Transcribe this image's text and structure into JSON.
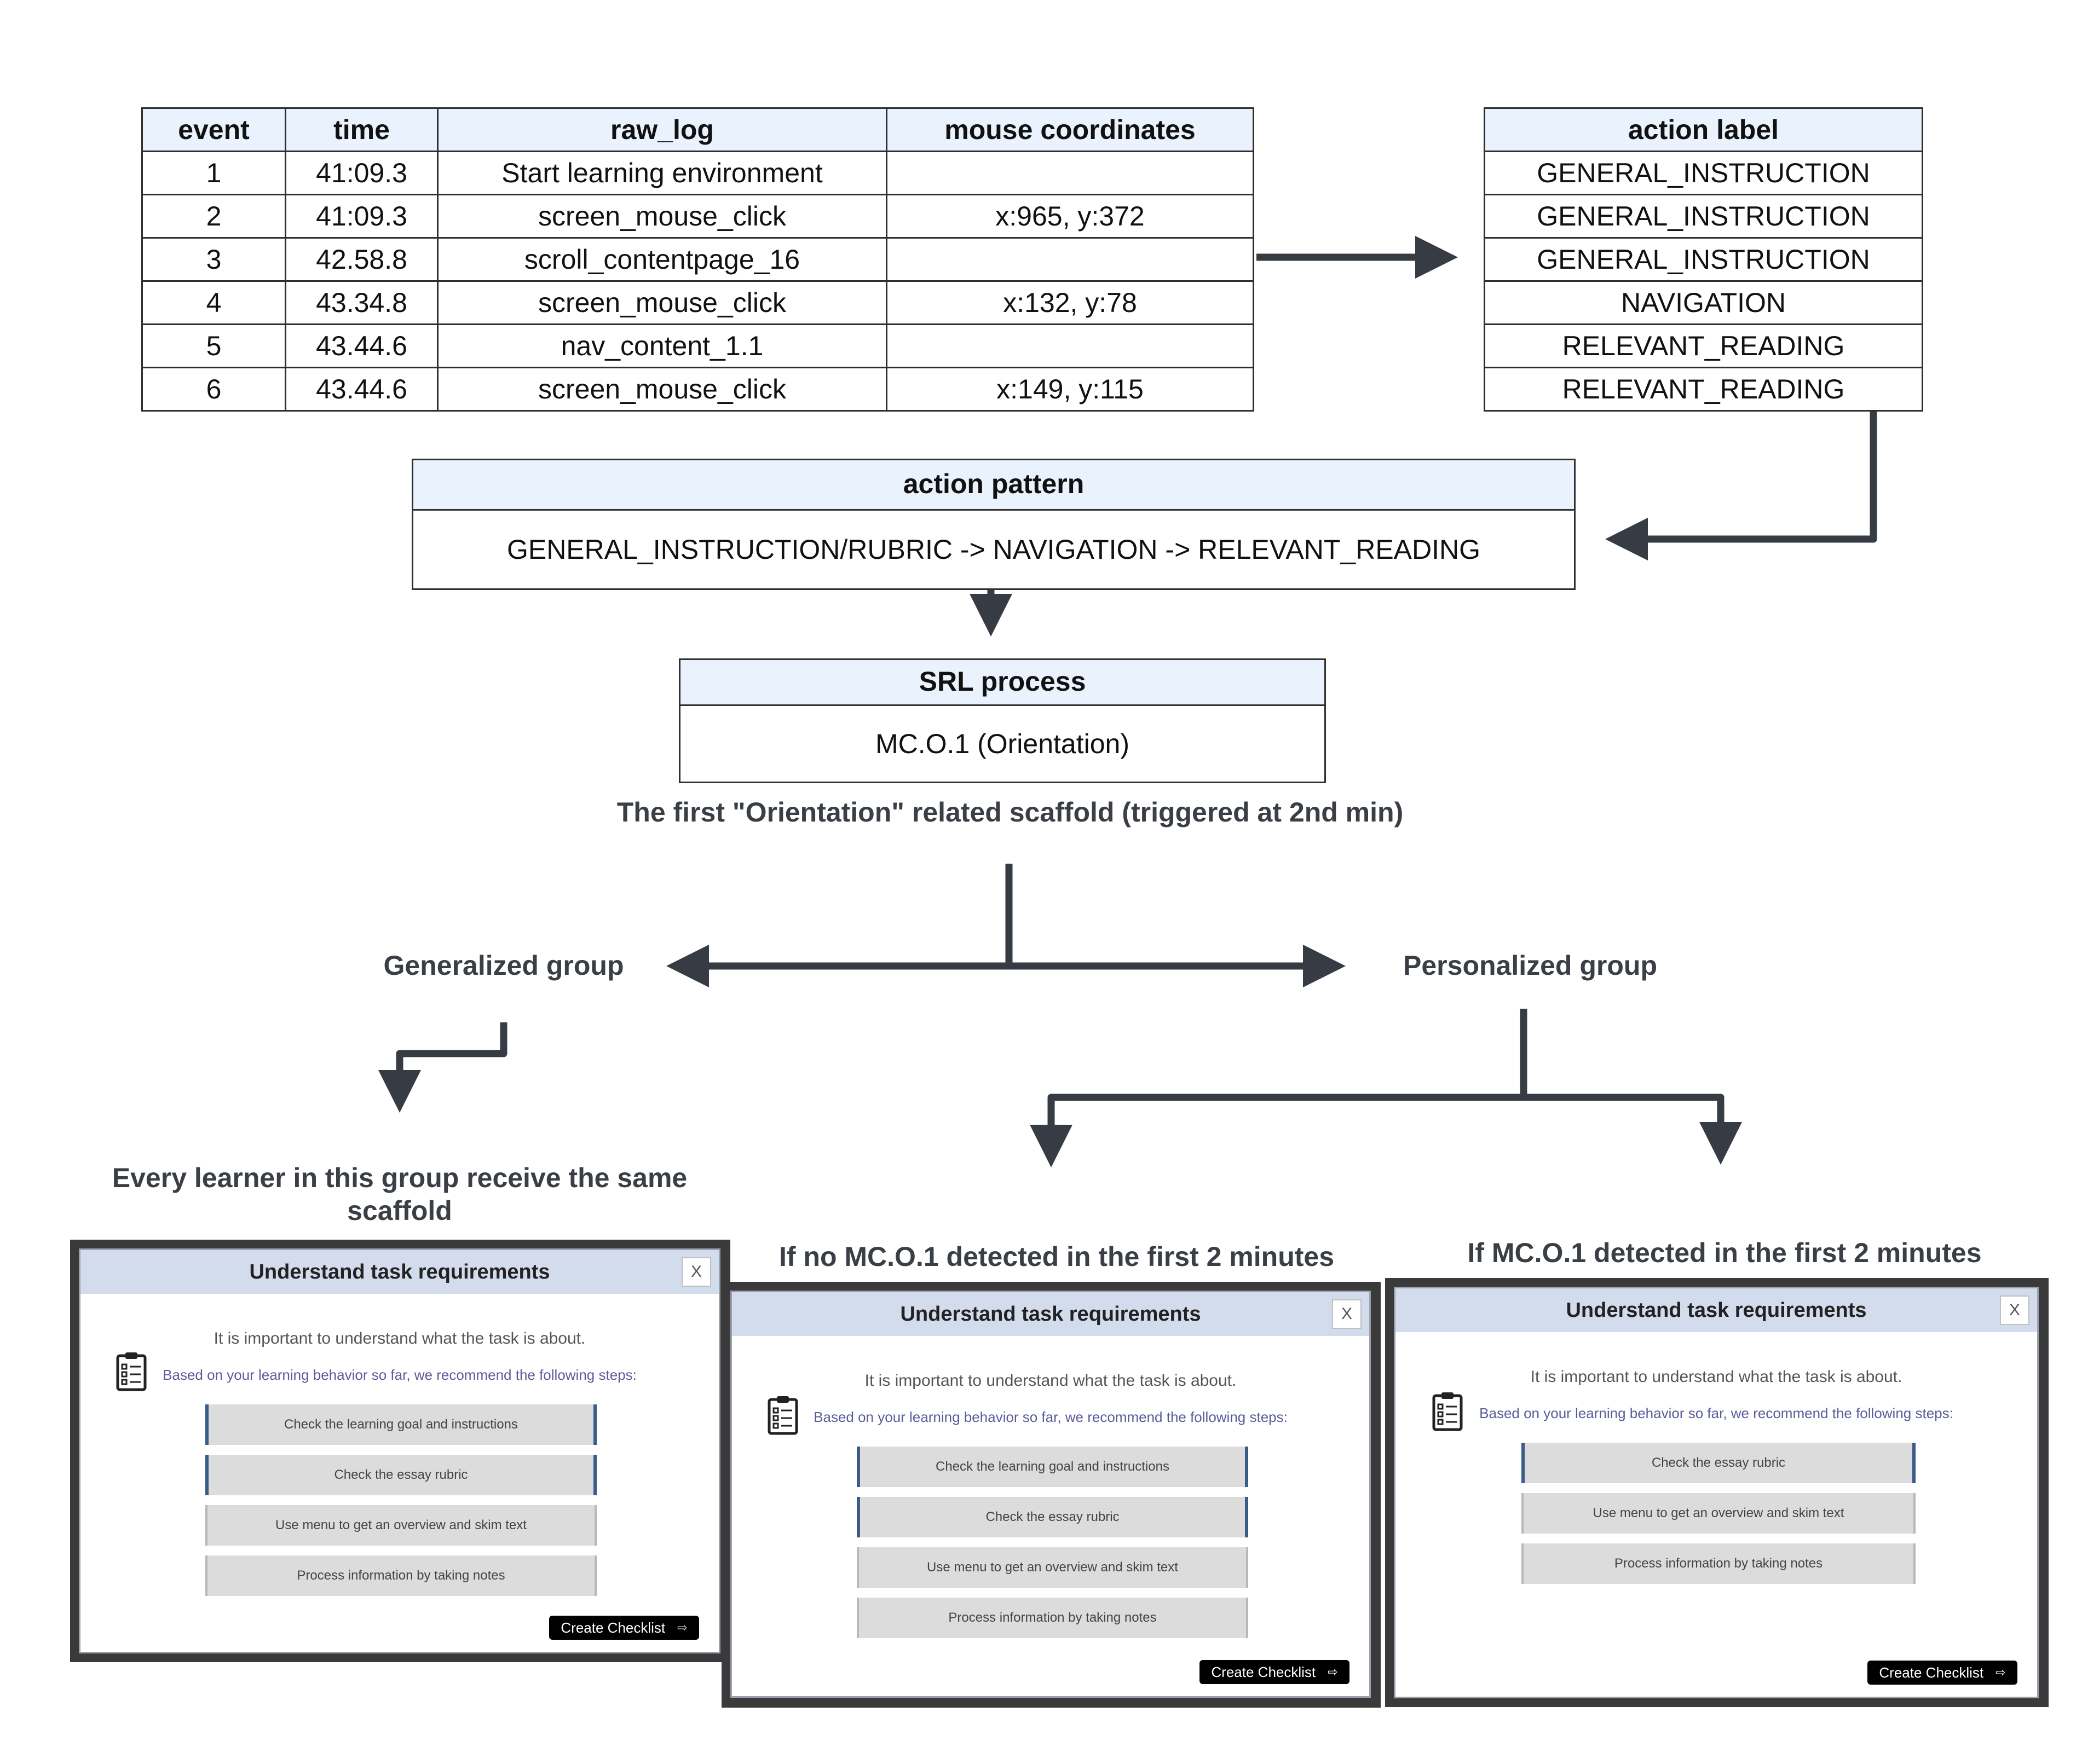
{
  "log_table": {
    "headers": [
      "event",
      "time",
      "raw_log",
      "mouse coordinates"
    ],
    "rows": [
      [
        "1",
        "41:09.3",
        "Start learning environment",
        ""
      ],
      [
        "2",
        "41:09.3",
        "screen_mouse_click",
        "x:965, y:372"
      ],
      [
        "3",
        "42.58.8",
        "scroll_contentpage_16",
        ""
      ],
      [
        "4",
        "43.34.8",
        "screen_mouse_click",
        "x:132, y:78"
      ],
      [
        "5",
        "43.44.6",
        "nav_content_1.1",
        ""
      ],
      [
        "6",
        "43.44.6",
        "screen_mouse_click",
        "x:149, y:115"
      ]
    ]
  },
  "label_table": {
    "header": "action label",
    "rows": [
      "GENERAL_INSTRUCTION",
      "GENERAL_INSTRUCTION",
      "GENERAL_INSTRUCTION",
      "NAVIGATION",
      "RELEVANT_READING",
      "RELEVANT_READING"
    ]
  },
  "pattern_box": {
    "title": "action pattern",
    "text": "GENERAL_INSTRUCTION/RUBRIC -> NAVIGATION -> RELEVANT_READING"
  },
  "srl_box": {
    "title": "SRL process",
    "text": "MC.O.1 (Orientation)"
  },
  "labels": {
    "scaffold_trigger": "The first \"Orientation\" related scaffold (triggered at 2nd min)",
    "generalized": "Generalized group",
    "personalized": "Personalized group",
    "same_scaffold": "Every learner in this group receive the same scaffold",
    "no_mco1": "If no MC.O.1 detected in the first 2 minutes",
    "mco1": "If MC.O.1 detected in the first 2 minutes"
  },
  "dialogs": {
    "title": "Understand task requirements",
    "close": "X",
    "intro": "It is important to understand what the task is about.",
    "recommend": "Based on your learning behavior so far, we recommend the following steps:",
    "cta": "Create Checklist",
    "cta_arrow": "⇨",
    "icon": "clipboard-checklist-icon",
    "generalized_steps": [
      "Check the learning goal and instructions",
      "Check the essay rubric",
      "Use menu to get an overview and skim text",
      "Process information by taking notes"
    ],
    "no_detect_steps": [
      "Check the learning goal and instructions",
      "Check the essay rubric",
      "Use menu to get an overview and skim text",
      "Process information by taking notes"
    ],
    "detect_steps": [
      "Check the essay rubric",
      "Use menu to get an overview and skim text",
      "Process information by taking notes"
    ]
  },
  "colors": {
    "header_fill": "#e9f2fd",
    "arrow": "#363b44",
    "dialog_header": "#d3dced",
    "step_fill": "#dcdcdc",
    "step_highlight": "#3b5b8a"
  }
}
